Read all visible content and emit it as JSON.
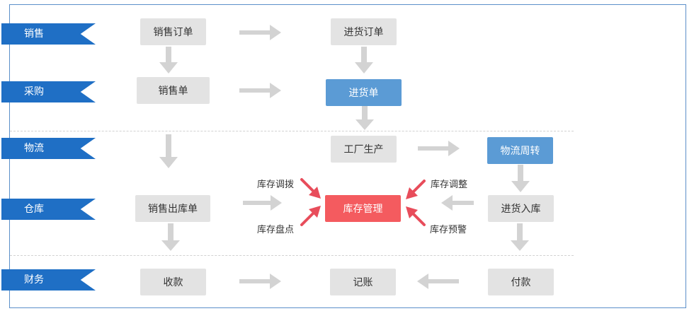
{
  "rows": {
    "sales": "销售",
    "purchase": "采购",
    "logistics": "物流",
    "warehouse": "仓库",
    "finance": "财务"
  },
  "nodes": {
    "sales_order": "销售订单",
    "purchase_order": "进货订单",
    "sales_slip": "销售单",
    "purchase_slip": "进货单",
    "factory_production": "工厂生产",
    "logistics_transfer": "物流周转",
    "sales_outbound": "销售出库单",
    "inventory_management": "库存管理",
    "purchase_inbound": "进货入库",
    "receipt": "收款",
    "bookkeeping": "记账",
    "payment": "付款"
  },
  "labels": {
    "inventory_transfer": "库存调拨",
    "inventory_count": "库存盘点",
    "inventory_adjust": "库存调整",
    "inventory_warning": "库存预警"
  },
  "colors": {
    "tag": "#1f6fc5",
    "box": "#e3e3e3",
    "box_blue": "#5b9bd5",
    "box_red": "#f45b5f",
    "arrow_gray": "#d3d3d3",
    "arrow_red": "#e84d5b",
    "frame": "#5b8fc9"
  }
}
